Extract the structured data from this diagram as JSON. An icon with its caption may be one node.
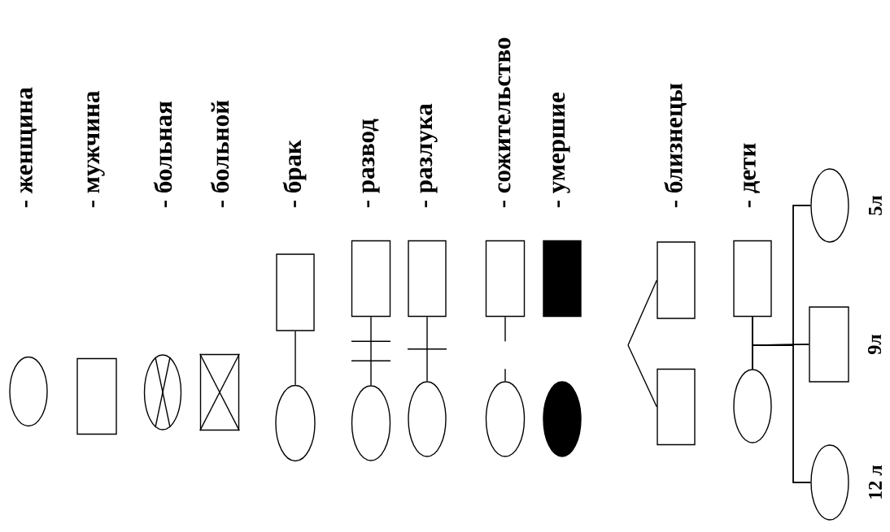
{
  "diagram": {
    "nodes": [
      {
        "text": [],
        "shape": "circle"
      },
      {
        "text": [],
        "shape": "box"
      },
      {
        "text": [],
        "shape": "circle"
      },
      {
        "text": [],
        "shape": "box"
      },
      {
        "text": [],
        "shape": "box"
      },
      {
        "text": [],
        "shape": "circle"
      },
      {
        "text": [],
        "shape": "box"
      },
      {
        "text": [],
        "shape": "circle"
      },
      {
        "text": [],
        "shape": "box"
      },
      {
        "text": [],
        "shape": "circle"
      },
      {
        "text": [],
        "shape": "box"
      },
      {
        "text": [],
        "shape": "circle"
      },
      {
        "text": [],
        "shape": "box"
      },
      {
        "text": [],
        "shape": "circle"
      },
      {
        "text": [],
        "shape": "box"
      },
      {
        "text": [],
        "shape": "box"
      },
      {
        "text": [],
        "shape": "box"
      },
      {
        "text": [],
        "shape": "circle"
      },
      {
        "text": [],
        "shape": "circle",
        "beside": [
          "5л"
        ]
      },
      {
        "text": [],
        "shape": "box",
        "beside": [
          "9л"
        ]
      },
      {
        "text": [],
        "shape": "circle",
        "beside": [
          "12 л"
        ]
      }
    ],
    "edges": [
      {
        "from": 4,
        "to": 5,
        "arrow": "none"
      },
      {
        "from": 6,
        "to": 7,
        "arrow": "none"
      },
      {
        "from": 8,
        "to": 9,
        "arrow": "none"
      },
      {
        "from": 10,
        "to": 11,
        "arrow": "none",
        "style": "dashed"
      },
      {
        "from": null,
        "to": 14,
        "arrow": "none"
      },
      {
        "from": null,
        "to": 15,
        "arrow": "none"
      },
      {
        "from": 16,
        "to": 17,
        "arrow": "none"
      },
      {
        "from": 16,
        "to": 18,
        "arrow": "none"
      },
      {
        "from": 16,
        "to": 19,
        "arrow": "none"
      },
      {
        "from": 16,
        "to": 20,
        "arrow": "none"
      },
      {
        "from": 17,
        "to": 18,
        "arrow": "none"
      },
      {
        "from": 17,
        "to": 19,
        "arrow": "none"
      },
      {
        "from": 17,
        "to": 20,
        "arrow": "none"
      }
    ],
    "labels": [
      "- женщина",
      "- мужчина",
      "- больная",
      "- больной",
      "- брак",
      "- развод",
      "- разлука",
      "- сожительство",
      "- умершие",
      "- близнецы",
      "- дети"
    ]
  }
}
